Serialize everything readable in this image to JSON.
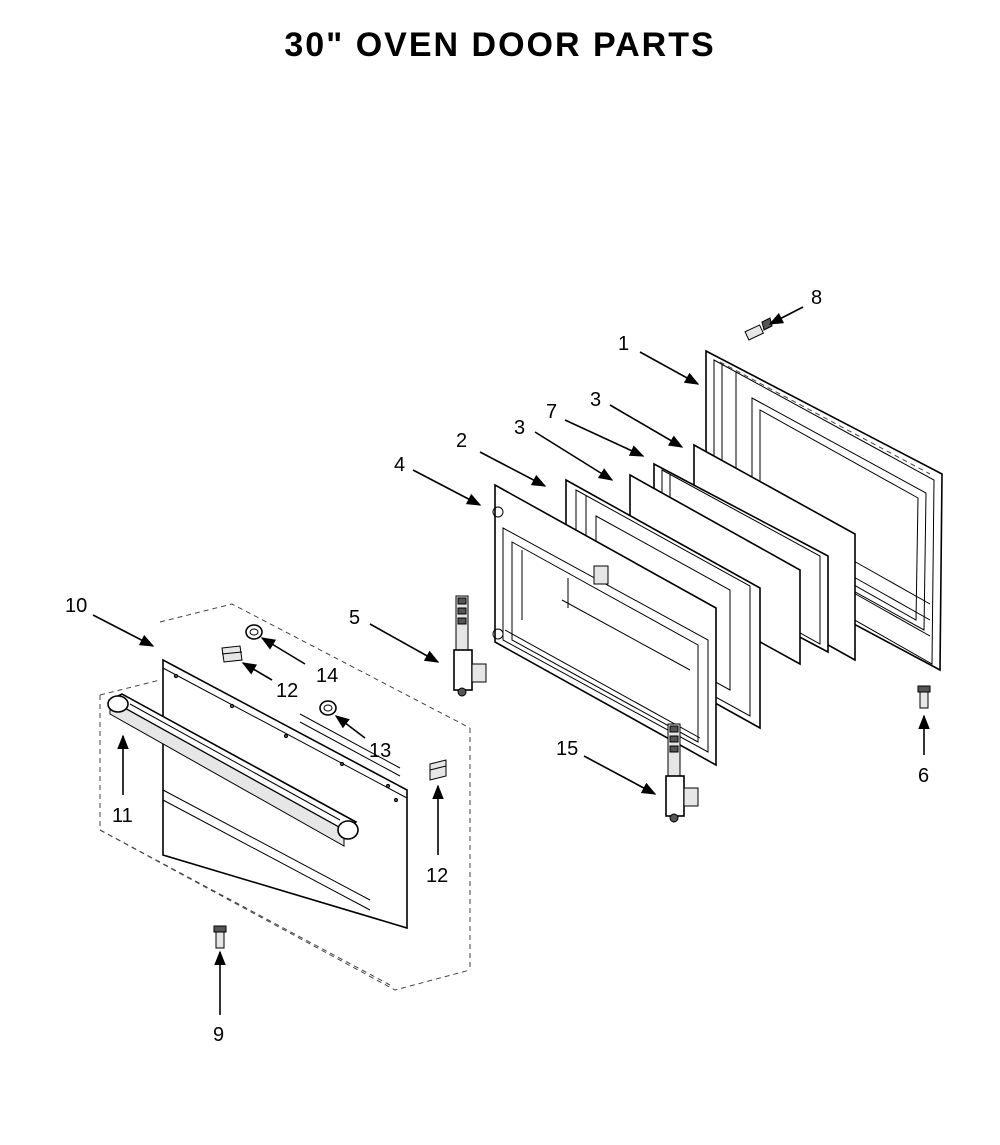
{
  "title": "30\" OVEN DOOR PARTS",
  "callouts": {
    "c1": "1",
    "c2": "2",
    "c3a": "3",
    "c3b": "3",
    "c4": "4",
    "c5": "5",
    "c6": "6",
    "c7": "7",
    "c8": "8",
    "c9": "9",
    "c10": "10",
    "c11": "11",
    "c12a": "12",
    "c12b": "12",
    "c13": "13",
    "c14": "14",
    "c15": "15"
  }
}
